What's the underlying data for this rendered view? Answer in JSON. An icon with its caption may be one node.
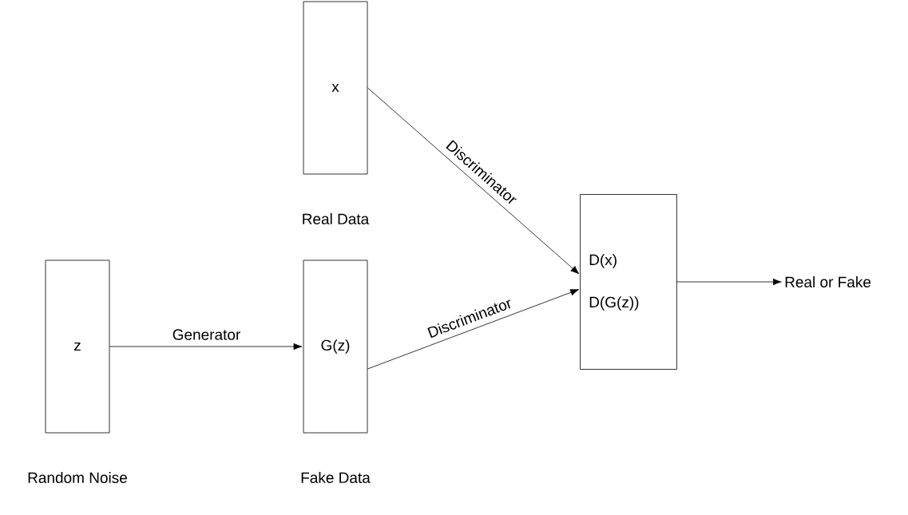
{
  "diagram": {
    "nodes": [
      {
        "text": [
          "x"
        ],
        "beside": [
          "Real Data"
        ]
      },
      {
        "text": [
          "D(x)",
          "D(G(z))"
        ]
      },
      {
        "text": [
          "z"
        ],
        "beside": [
          "Random Noise"
        ]
      },
      {
        "text": [
          "G(z)"
        ],
        "beside": [
          "Fake Data"
        ]
      },
      {
        "text": [
          "Real or Fake"
        ]
      }
    ],
    "edges": [
      {
        "from": 0,
        "to": 1,
        "arrow": "to",
        "label": "Discriminator"
      },
      {
        "from": 2,
        "to": 3,
        "arrow": "to",
        "label": "Generator"
      },
      {
        "from": 3,
        "to": 1,
        "arrow": "to",
        "label": "Discriminator"
      },
      {
        "from": 1,
        "to": 4,
        "arrow": "to"
      }
    ]
  }
}
